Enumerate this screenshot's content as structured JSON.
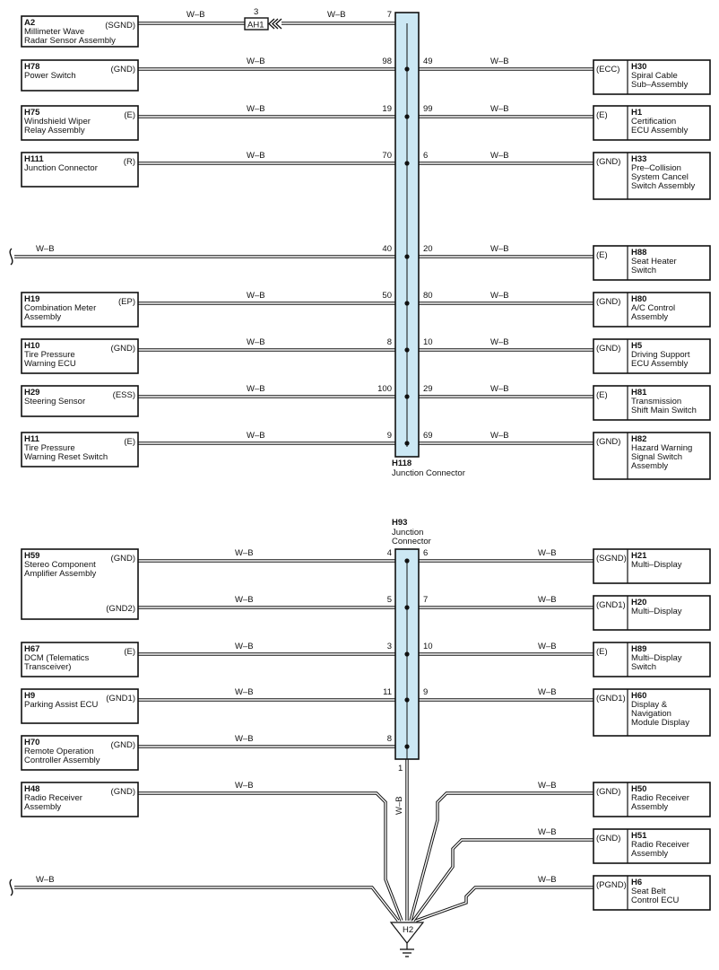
{
  "wire_color": "W–B",
  "junction_bar_color": "#cce8f4",
  "connectors": {
    "ah1": {
      "name": "AH1",
      "pin": "3"
    },
    "h118": {
      "code": "H118",
      "name": "Junction Connector"
    },
    "h93": {
      "code": "H93",
      "name_line1": "Junction",
      "name_line2": "Connector",
      "bottom_pin": "1"
    },
    "h2": {
      "name": "H2"
    }
  },
  "upper_left": [
    {
      "code": "A2",
      "lines": [
        "Millimeter Wave",
        "Radar Sensor Assembly"
      ],
      "pin": "(SGND)",
      "jpin": "7"
    },
    {
      "code": "H78",
      "lines": [
        "Power Switch"
      ],
      "pin": "(GND)",
      "jpin": "98"
    },
    {
      "code": "H75",
      "lines": [
        "Windshield Wiper",
        "Relay Assembly"
      ],
      "pin": "(E)",
      "jpin": "19"
    },
    {
      "code": "H111",
      "lines": [
        "Junction Connector"
      ],
      "pin": "(R)",
      "jpin": "70"
    },
    {
      "code": "",
      "lines": [],
      "pin": "",
      "jpin": "40"
    },
    {
      "code": "H19",
      "lines": [
        "Combination Meter",
        "Assembly"
      ],
      "pin": "(EP)",
      "jpin": "50"
    },
    {
      "code": "H10",
      "lines": [
        "Tire Pressure",
        "Warning ECU"
      ],
      "pin": "(GND)",
      "jpin": "8"
    },
    {
      "code": "H29",
      "lines": [
        "Steering Sensor"
      ],
      "pin": "(ESS)",
      "jpin": "100"
    },
    {
      "code": "H11",
      "lines": [
        "Tire Pressure",
        "Warning Reset Switch"
      ],
      "pin": "(E)",
      "jpin": "9"
    }
  ],
  "upper_right": [
    {
      "code": "H30",
      "lines": [
        "Spiral Cable",
        "Sub–Assembly"
      ],
      "pin": "(ECC)",
      "jpin": "49"
    },
    {
      "code": "H1",
      "lines": [
        "Certification",
        "ECU Assembly"
      ],
      "pin": "(E)",
      "jpin": "99"
    },
    {
      "code": "H33",
      "lines": [
        "Pre–Collision",
        "System Cancel",
        "Switch Assembly"
      ],
      "pin": "(GND)",
      "jpin": "6"
    },
    {
      "code": "H88",
      "lines": [
        "Seat Heater",
        "Switch"
      ],
      "pin": "(E)",
      "jpin": "20"
    },
    {
      "code": "H80",
      "lines": [
        "A/C Control",
        "Assembly"
      ],
      "pin": "(GND)",
      "jpin": "80"
    },
    {
      "code": "H5",
      "lines": [
        "Driving Support",
        "ECU Assembly"
      ],
      "pin": "(GND)",
      "jpin": "10"
    },
    {
      "code": "H81",
      "lines": [
        "Transmission",
        "Shift Main Switch"
      ],
      "pin": "(E)",
      "jpin": "29"
    },
    {
      "code": "H82",
      "lines": [
        "Hazard Warning",
        "Signal Switch",
        "Assembly"
      ],
      "pin": "(GND)",
      "jpin": "69"
    }
  ],
  "lower_left": [
    {
      "code": "H59",
      "lines": [
        "Stereo Component",
        "Amplifier Assembly"
      ],
      "pin": "(GND)",
      "jpin": "4"
    },
    {
      "code": "",
      "lines": [],
      "pin": "(GND2)",
      "jpin": "5"
    },
    {
      "code": "H67",
      "lines": [
        "DCM (Telematics",
        "Transceiver)"
      ],
      "pin": "(E)",
      "jpin": "3"
    },
    {
      "code": "H9",
      "lines": [
        "Parking Assist ECU"
      ],
      "pin": "(GND1)",
      "jpin": "11"
    },
    {
      "code": "H70",
      "lines": [
        "Remote Operation",
        "Controller Assembly"
      ],
      "pin": "(GND)",
      "jpin": "8"
    }
  ],
  "lower_right": [
    {
      "code": "H21",
      "lines": [
        "Multi–Display"
      ],
      "pin": "(SGND)",
      "jpin": "6"
    },
    {
      "code": "H20",
      "lines": [
        "Multi–Display"
      ],
      "pin": "(GND1)",
      "jpin": "7"
    },
    {
      "code": "H89",
      "lines": [
        "Multi–Display",
        "Switch"
      ],
      "pin": "(E)",
      "jpin": "10"
    },
    {
      "code": "H60",
      "lines": [
        "Display &",
        "Navigation",
        "Module Display"
      ],
      "pin": "(GND1)",
      "jpin": "9"
    }
  ],
  "ground_left": [
    {
      "code": "H48",
      "lines": [
        "Radio Receiver",
        "Assembly"
      ],
      "pin": "(GND)"
    }
  ],
  "ground_right": [
    {
      "code": "H50",
      "lines": [
        "Radio Receiver",
        "Assembly"
      ],
      "pin": "(GND)"
    },
    {
      "code": "H51",
      "lines": [
        "Radio Receiver",
        "Assembly"
      ],
      "pin": "(GND)"
    },
    {
      "code": "H6",
      "lines": [
        "Seat Belt",
        "Control ECU"
      ],
      "pin": "(PGND)"
    }
  ]
}
